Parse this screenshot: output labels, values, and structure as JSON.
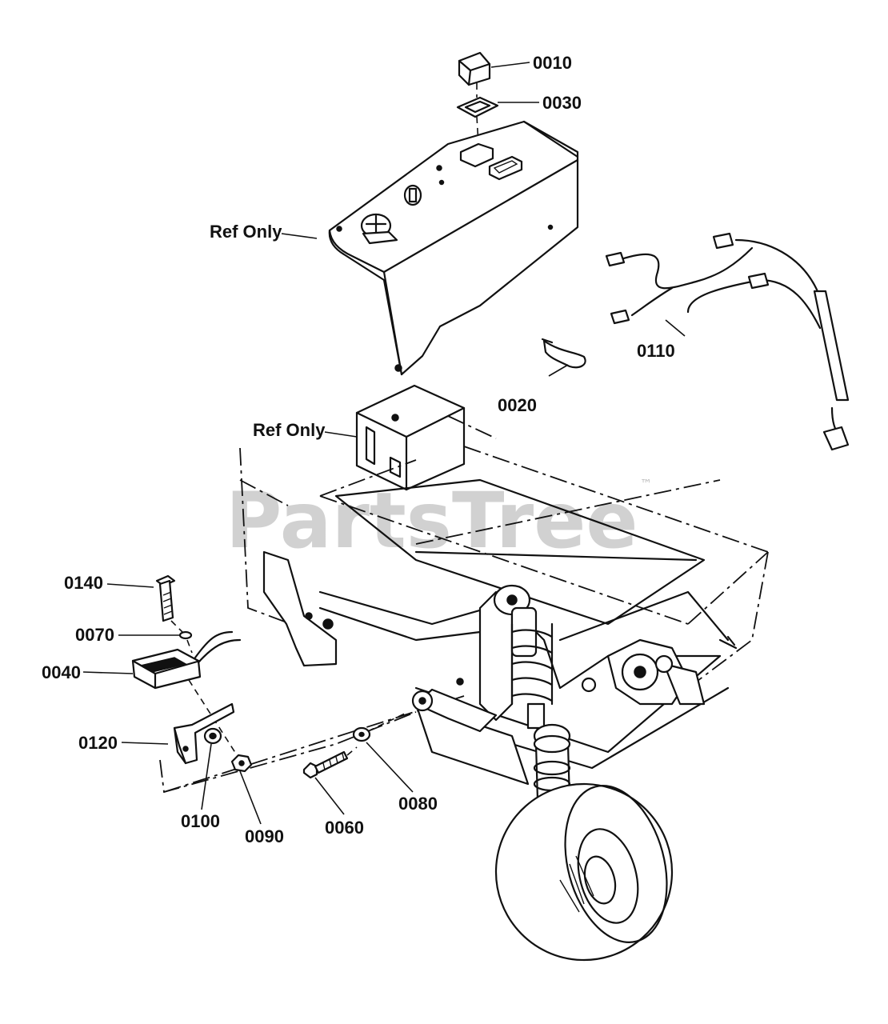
{
  "watermark": {
    "text": "PartsTree",
    "trademark": "™"
  },
  "callouts": {
    "p0010": "0010",
    "p0030": "0030",
    "ref_top": "Ref Only",
    "p0110": "0110",
    "p0020": "0020",
    "ref_mid": "Ref Only",
    "p0140": "0140",
    "p0070": "0070",
    "p0040": "0040",
    "p0120": "0120",
    "p0100": "0100",
    "p0090": "0090",
    "p0060": "0060",
    "p0080": "0080"
  }
}
